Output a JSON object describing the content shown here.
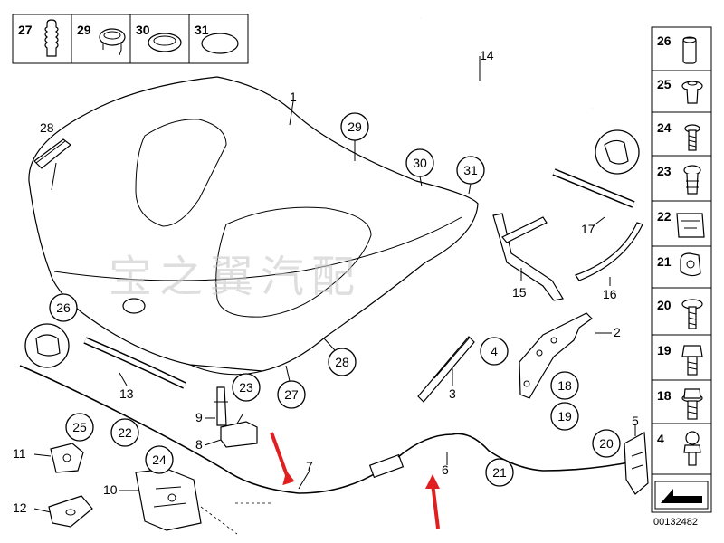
{
  "diagram": {
    "watermark": "宝之翼汽配",
    "reference_number": "00132482",
    "top_kit_labels": [
      "27",
      "29",
      "30",
      "31"
    ],
    "side_panel_labels": [
      "26",
      "25",
      "24",
      "23",
      "22",
      "21",
      "20",
      "19",
      "18",
      "4"
    ],
    "part_labels": {
      "p1": "1",
      "p2": "2",
      "p3": "3",
      "p4": "4",
      "p5": "5",
      "p6": "6",
      "p7": "7",
      "p8": "8",
      "p9": "9",
      "p10": "10",
      "p11": "11",
      "p12": "12",
      "p13": "13",
      "p14": "14",
      "p15": "15",
      "p16": "16",
      "p17": "17"
    },
    "callout_labels": {
      "c29": "29",
      "c30": "30",
      "c31": "31",
      "c26": "26",
      "c28a": "28",
      "c28b": "28",
      "c27": "27",
      "c4": "4",
      "c18": "18",
      "c19": "19",
      "c23": "23",
      "c25": "25",
      "c22": "22",
      "c24": "24",
      "c21": "21",
      "c20": "20"
    }
  }
}
